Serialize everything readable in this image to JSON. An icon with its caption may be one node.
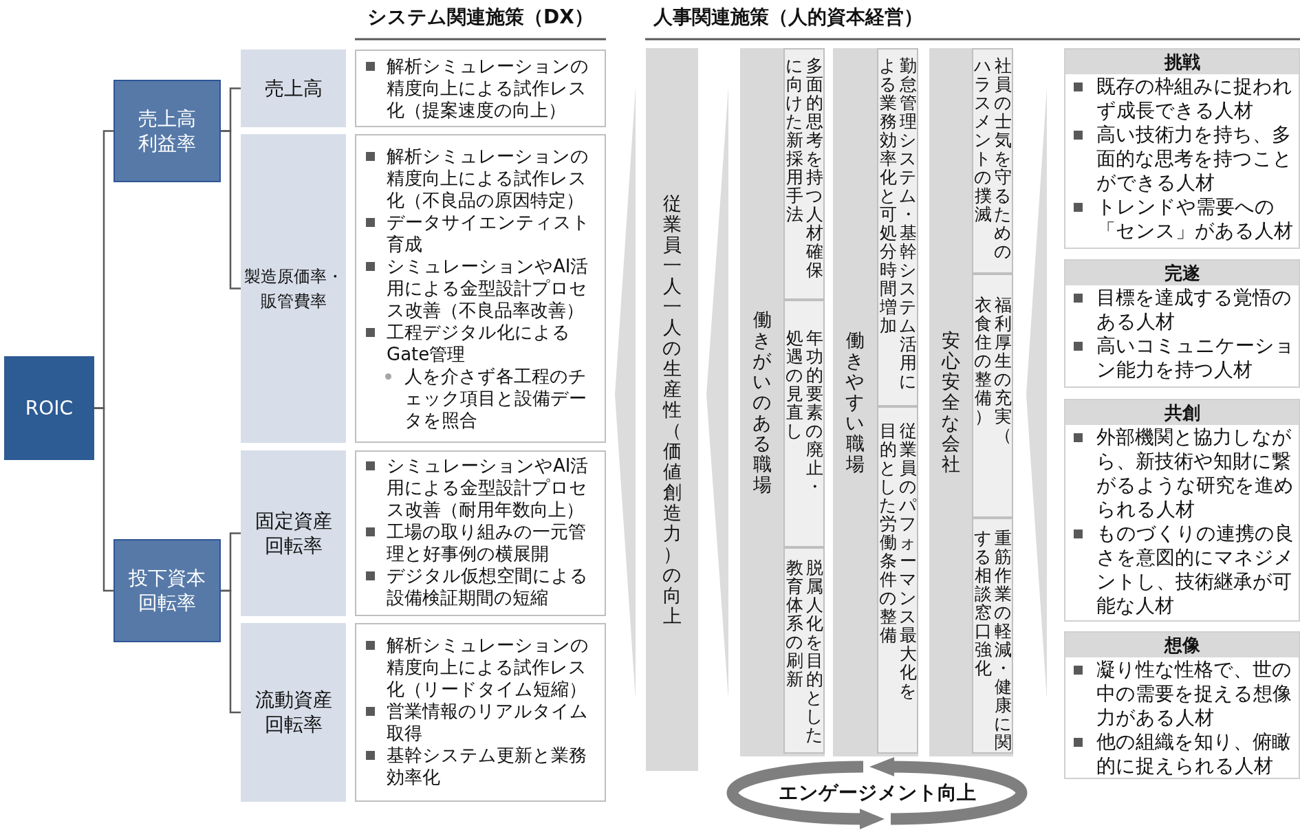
{
  "diagram": {
    "nodes": [
      {
        "text": [
          "ROIC"
        ]
      },
      {
        "text": [
          "売上高利益率"
        ]
      },
      {
        "text": [
          "投下資本回転率"
        ]
      },
      {
        "text": [
          "売上高"
        ]
      },
      {
        "text": [
          "製造原価率・販管費率"
        ]
      },
      {
        "text": [
          "固定資産回転率"
        ]
      },
      {
        "text": [
          "流動資産回転率"
        ]
      },
      {
        "text": [
          "解析シミュレーションの精度向上による試作レス化（提案速度の向上）"
        ]
      },
      {
        "text": [
          "解析シミュレーションの精度向上による試作レス化（不良品の原因特定）",
          "データサイエンティスト育成",
          "シミュレーションやAI活用による金型設計プロセス改善（不良品率改善）",
          "工程デジタル化によるGate管理",
          "人を介さず各工程のチェック項目と設備データを照合"
        ]
      },
      {
        "text": [
          "シミュレーションやAI活用による金型設計プロセス改善（耐用年数向上）",
          "工場の取り組みの一元管理と好事例の横展開",
          "デジタル仮想空間による設備検証期間の短縮"
        ]
      },
      {
        "text": [
          "解析シミュレーションの精度向上による試作レス化（リードタイム短縮）",
          "営業情報のリアルタイム取得",
          "基幹システム更新と業務効率化"
        ]
      },
      {
        "text": [
          "従業員一人一人の生産性（価値創造力）の向上"
        ]
      },
      {
        "text": [
          "働きがいのある職場"
        ]
      },
      {
        "text": [
          "多面的思考を持つ人材確保に向けた新採用手法"
        ],
        "in": 12
      },
      {
        "text": [
          "年功的要素の廃止・処遇の見直し"
        ],
        "in": 12
      },
      {
        "text": [
          "脱属人化を目的とした教育体系の刷新"
        ],
        "in": 12
      },
      {
        "text": [
          "働きやすい職場"
        ]
      },
      {
        "text": [
          "勤怠管理システム・基幹システム活用による業務効率化と可処分時間増加"
        ],
        "in": 16
      },
      {
        "text": [
          "従業員のパフォーマンス最大化を目的とした労働条件の整備"
        ],
        "in": 16
      },
      {
        "text": [
          "安心安全な会社"
        ]
      },
      {
        "text": [
          "社員の士気を守るためのハラスメントの撲滅"
        ],
        "in": 19
      },
      {
        "text": [
          "福利厚生の充実（衣食住の整備）"
        ],
        "in": 19
      },
      {
        "text": [
          "重筋作業の軽減・健康に関する相談窓口強化"
        ],
        "in": 19
      },
      {
        "text": [
          "挑戦",
          "既存の枠組みに捉われず成長できる人材",
          "高い技術力を持ち、多面的な思考を持つことができる人材",
          "トレンドや需要への「センス」がある人材"
        ]
      },
      {
        "text": [
          "完遂",
          "目標を達成する覚悟のある人材",
          "高いコミュニケーション能力を持つ人材"
        ]
      },
      {
        "text": [
          "共創",
          "外部機関と協力しながら、新技術や知財に繋がるような研究を進められる人材",
          "ものづくりの連携の良さを意図的にマネジメントし、技術継承が可能な人材"
        ]
      },
      {
        "text": [
          "想像",
          "凝り性な性格で、世の中の需要を捉える想像力がある人材",
          "他の組織を知り、俯瞰的に捉えられる人材"
        ]
      }
    ],
    "edges": [
      {
        "from": 0,
        "to": 1,
        "arrow": "none"
      },
      {
        "from": 0,
        "to": 2,
        "arrow": "none"
      },
      {
        "from": 1,
        "to": 3,
        "arrow": "none"
      },
      {
        "from": 1,
        "to": 4,
        "arrow": "none"
      },
      {
        "from": 2,
        "to": 5,
        "arrow": "none"
      },
      {
        "from": 2,
        "to": 6,
        "arrow": "none"
      }
    ],
    "labels": [
      "システム関連施策（DX）",
      "人事関連施策（人的資本経営）",
      "エンゲージメント向上"
    ]
  }
}
